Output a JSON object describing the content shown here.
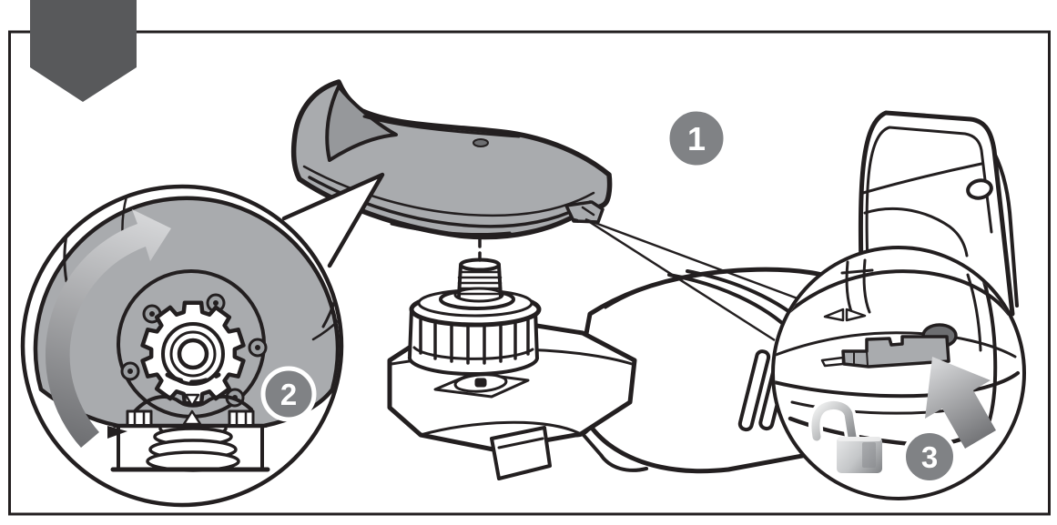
{
  "figure": {
    "kind": "tool-manual-illustration",
    "subject": "angle-grinder-wheel-guard-installation"
  },
  "callouts": {
    "step1": {
      "label": "1"
    },
    "step2": {
      "label": "2"
    },
    "step3": {
      "label": "3"
    }
  },
  "icons": {
    "banner": "section-marker-pentagon",
    "left_callout": "detail-magnifier-circle",
    "right_callout": "detail-magnifier-circle",
    "rotate_arrow": "rotate-guard-arrow",
    "press_arrow": "press-lever-arrow",
    "padlock": "unlocked-padlock"
  },
  "colors": {
    "outline": "#231F20",
    "canvas": "#FFFFFF",
    "banner_gray": "#58595B",
    "badge_gray": "#808285",
    "badge_text": "#FFFFFF",
    "guard_gray": "#A9ABAE",
    "guard_inner_gray": "#96989B",
    "metal_dark": "#6D6E71",
    "arrow_light": "#D4D5D7",
    "arrow_dark": "#6D6E71",
    "lock_light": "#E8E9EA",
    "lock_mid": "#C4C6C8",
    "lock_dark": "#808285"
  }
}
